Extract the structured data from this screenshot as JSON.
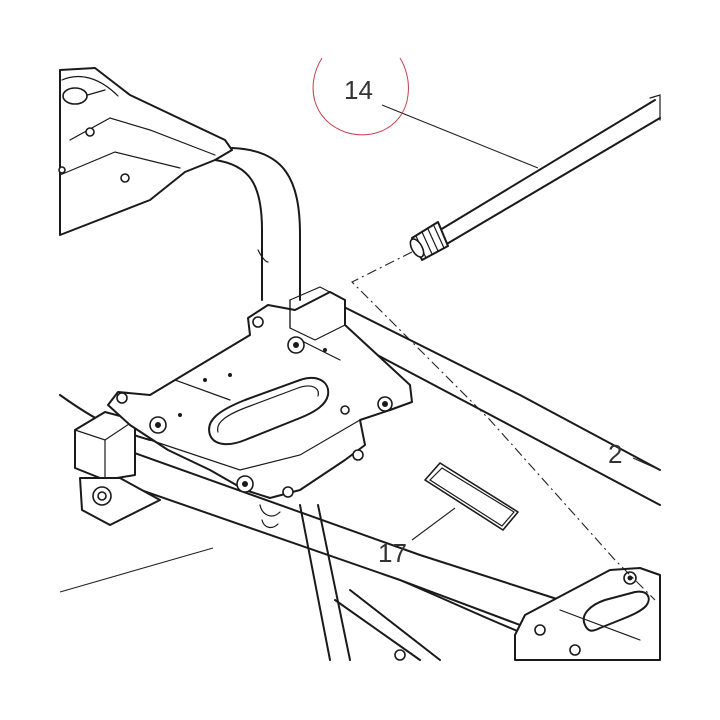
{
  "callouts": {
    "c14": "14",
    "c2": "2",
    "c17": "17"
  },
  "colors": {
    "highlight_circle": "#c2424a",
    "line_art": "#1a1a1a",
    "label_text": "#333333"
  }
}
